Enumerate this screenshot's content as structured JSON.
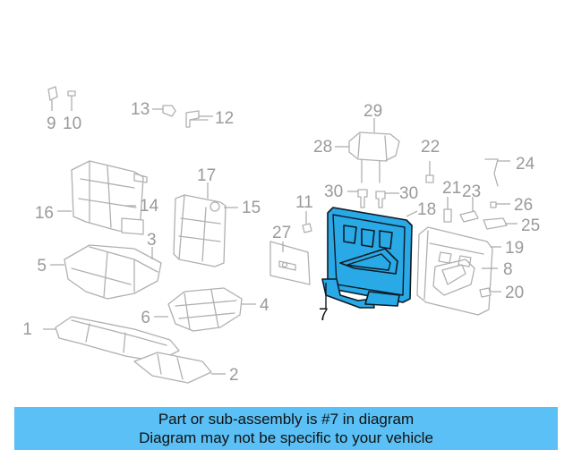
{
  "callouts": [
    "1",
    "2",
    "3",
    "4",
    "5",
    "6",
    "7",
    "8",
    "9",
    "10",
    "11",
    "12",
    "13",
    "14",
    "15",
    "16",
    "17",
    "18",
    "19",
    "20",
    "21",
    "22",
    "23",
    "24",
    "25",
    "26",
    "27",
    "28",
    "29",
    "30",
    "30"
  ],
  "highlighted_callout": "7",
  "banner": {
    "line1": "Part or sub-assembly is #7 in diagram",
    "line2": "Diagram may not be specific to your vehicle"
  },
  "colors": {
    "highlight_fill": "#29a9e6",
    "banner_bg": "#5bc0f5",
    "parts_stroke": "#b0b0b0"
  }
}
